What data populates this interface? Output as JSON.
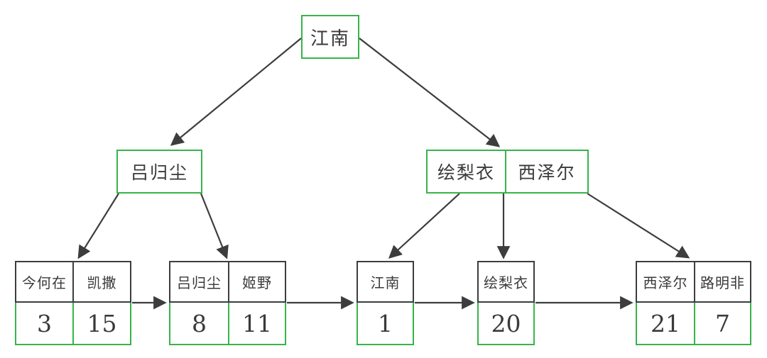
{
  "tree": {
    "type": "b-plus-tree",
    "root": {
      "keys": [
        "江南"
      ]
    },
    "internals": [
      {
        "id": "internal-left",
        "keys": [
          "吕归尘"
        ]
      },
      {
        "id": "internal-right",
        "keys": [
          "绘梨衣",
          "西泽尔"
        ]
      }
    ],
    "leaves": [
      {
        "id": "leaf-1",
        "keys": [
          "今何在",
          "凯撒"
        ],
        "values": [
          "3",
          "15"
        ]
      },
      {
        "id": "leaf-2",
        "keys": [
          "吕归尘",
          "姬野"
        ],
        "values": [
          "8",
          "11"
        ]
      },
      {
        "id": "leaf-3",
        "keys": [
          "江南"
        ],
        "values": [
          "1"
        ]
      },
      {
        "id": "leaf-4",
        "keys": [
          "绘梨衣"
        ],
        "values": [
          "20"
        ]
      },
      {
        "id": "leaf-5",
        "keys": [
          "西泽尔",
          "路明非"
        ],
        "values": [
          "21",
          "7"
        ]
      }
    ],
    "edges": [
      {
        "from": "root",
        "to": "internal-left"
      },
      {
        "from": "root",
        "to": "internal-right"
      },
      {
        "from": "internal-left",
        "to": "leaf-1"
      },
      {
        "from": "internal-left",
        "to": "leaf-2"
      },
      {
        "from": "internal-right",
        "to": "leaf-3"
      },
      {
        "from": "internal-right",
        "to": "leaf-4"
      },
      {
        "from": "internal-right",
        "to": "leaf-5"
      },
      {
        "from": "leaf-1",
        "to": "leaf-2"
      },
      {
        "from": "leaf-2",
        "to": "leaf-3"
      },
      {
        "from": "leaf-3",
        "to": "leaf-4"
      },
      {
        "from": "leaf-4",
        "to": "leaf-5"
      }
    ],
    "colors": {
      "node_green": "#38b44a",
      "line_dark": "#3d3d3d",
      "text": "#3a3a3a",
      "background": "#ffffff"
    }
  }
}
